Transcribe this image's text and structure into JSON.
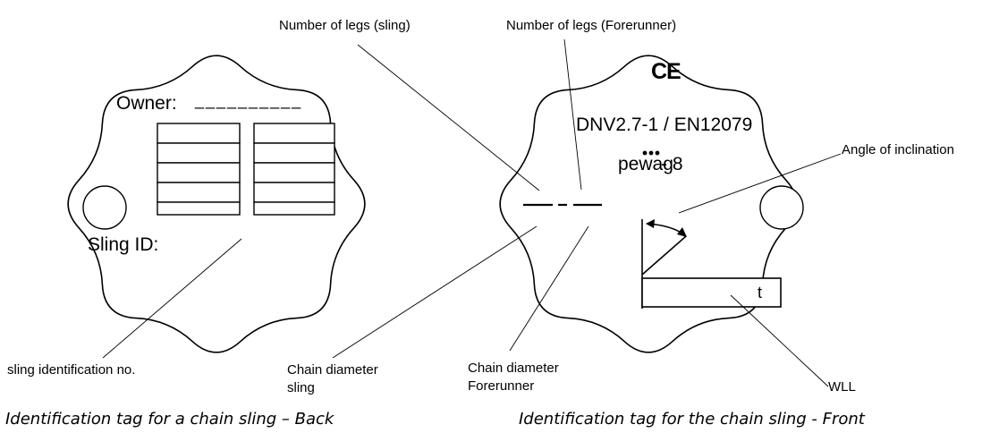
{
  "back_tag": {
    "owner_label": "Owner:",
    "owner_placeholder": "__________",
    "sling_id_label": "Sling ID:"
  },
  "front_tag": {
    "ce_mark": "CE",
    "standard": "DNV2.7-1 / EN12079",
    "brand": "pewag",
    "grade": " - 8",
    "wll_unit": "t"
  },
  "callouts": {
    "legs_sling": "Number of legs (sling)",
    "legs_forerunner": "Number of legs (Forerunner)",
    "angle": "Angle of inclination",
    "sling_id_no": "sling identification no.",
    "chain_diameter_sling_1": "Chain diameter",
    "chain_diameter_sling_2": "sling",
    "chain_diameter_fr_1": "Chain diameter",
    "chain_diameter_fr_2": "Forerunner",
    "wll": "WLL"
  },
  "captions": {
    "back": "Identification tag for a chain sling – Back",
    "front": "Identification tag for the chain sling - Front"
  }
}
